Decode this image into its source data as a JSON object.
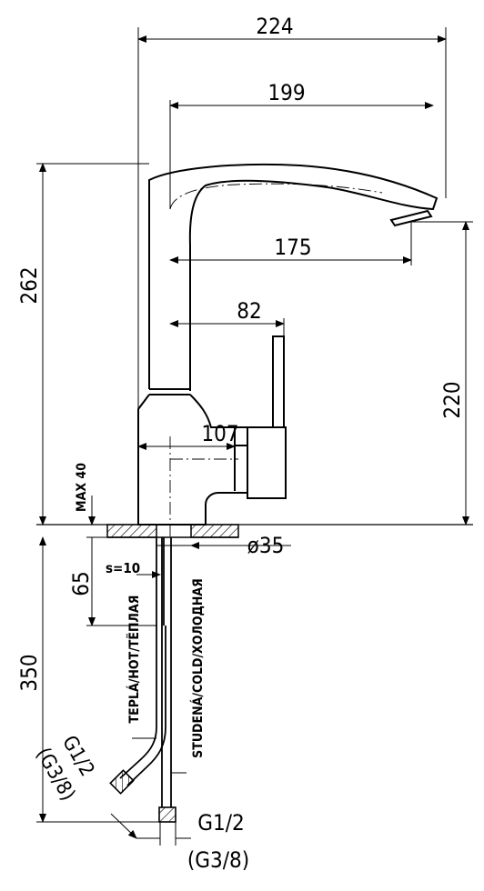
{
  "dimensions": {
    "overall_width": "224",
    "spout_reach": "199",
    "outlet_offset": "175",
    "lever_offset": "82",
    "body_width": "107",
    "overall_height": "262",
    "outlet_height": "220",
    "max_counter": "MAX 40",
    "hole_diameter": "ø35",
    "shank_length": "65",
    "hose_length": "350",
    "wall_thickness": "s=10"
  },
  "labels": {
    "hot_hose": "TEPLÁ/HOT/ТЁПЛАЯ",
    "cold_hose": "STUDENÁ/COLD/ХОЛОДНАЯ",
    "thread_angled": "G1/2",
    "thread_angled_alt": "(G3/8)",
    "thread_bottom": "G1/2",
    "thread_bottom_alt": "(G3/8)"
  },
  "colors": {
    "line": "#000000",
    "background": "#ffffff"
  }
}
